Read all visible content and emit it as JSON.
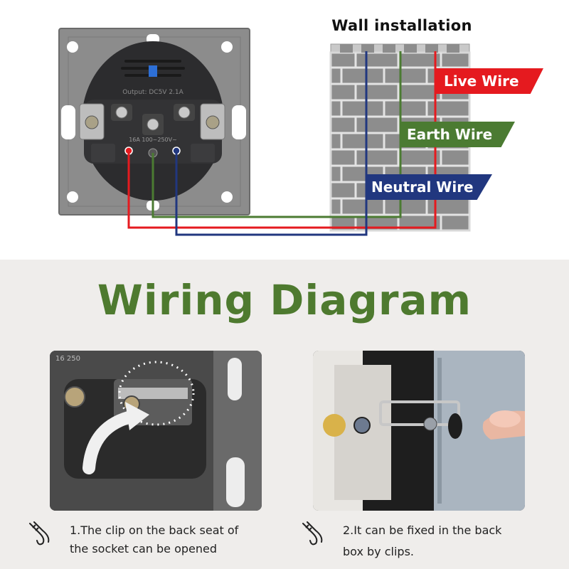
{
  "wall": {
    "title": "Wall installation"
  },
  "wires": {
    "live": {
      "label": "Live Wire",
      "color": "#e51a1f"
    },
    "earth": {
      "label": "Earth Wire",
      "color": "#4b7b32"
    },
    "neutral": {
      "label": "Neutral Wire",
      "color": "#21377f"
    }
  },
  "socket": {
    "output_label": "Output: DC5V 2.1A",
    "rating_label": "16A  100~250V~"
  },
  "diagram_title": "Wiring Diagram",
  "steps": [
    {
      "line1": "1.The clip on the back seat of",
      "line2": "the socket can be opened",
      "icon": "clip-icon"
    },
    {
      "line1": "2.It can be fixed in the back",
      "line2": "box by clips.",
      "icon": "clip-icon"
    }
  ],
  "photo_left_marks": {
    "marking": "16 250"
  }
}
